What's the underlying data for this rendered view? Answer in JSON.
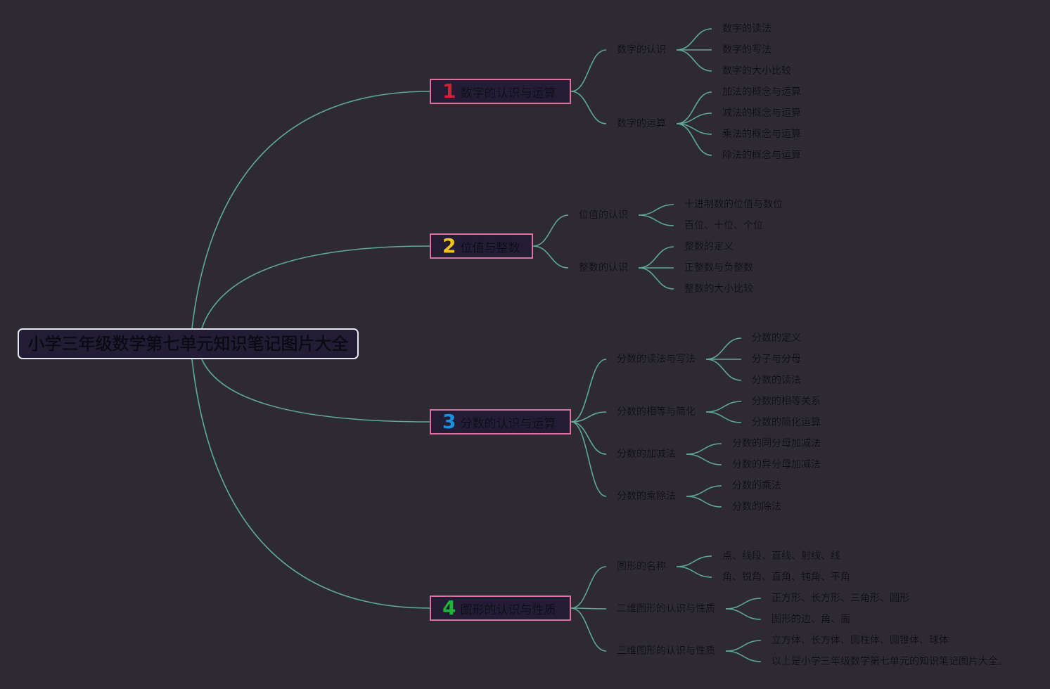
{
  "root": {
    "label": "小学三年级数学第七单元知识笔记图片大全"
  },
  "colors": {
    "line": "#5fa89a",
    "branch_border": "#e0709e",
    "background": "#2d2a33"
  },
  "branches": [
    {
      "num": "1",
      "num_color": "#d6203a",
      "label": "数字的认识与运算",
      "children": [
        {
          "label": "数字的认识",
          "leaves": [
            "数字的读法",
            "数字的写法",
            "数字的大小比较"
          ]
        },
        {
          "label": "数字的运算",
          "leaves": [
            "加法的概念与运算",
            "减法的概念与运算",
            "乘法的概念与运算",
            "除法的概念与运算"
          ]
        }
      ]
    },
    {
      "num": "2",
      "num_color": "#f2c318",
      "label": "位值与整数",
      "children": [
        {
          "label": "位值的认识",
          "leaves": [
            "十进制数的位值与数位",
            "百位、十位、个位"
          ]
        },
        {
          "label": "整数的认识",
          "leaves": [
            "整数的定义",
            "正整数与负整数",
            "整数的大小比较"
          ]
        }
      ]
    },
    {
      "num": "3",
      "num_color": "#1d8fe0",
      "label": "分数的认识与运算",
      "children": [
        {
          "label": "分数的读法与写法",
          "leaves": [
            "分数的定义",
            "分子与分母",
            "分数的读法"
          ]
        },
        {
          "label": "分数的相等与简化",
          "leaves": [
            "分数的相等关系",
            "分数的简化运算"
          ]
        },
        {
          "label": "分数的加减法",
          "leaves": [
            "分数的同分母加减法",
            "分数的异分母加减法"
          ]
        },
        {
          "label": "分数的乘除法",
          "leaves": [
            "分数的乘法",
            "分数的除法"
          ]
        }
      ]
    },
    {
      "num": "4",
      "num_color": "#22b43a",
      "label": "图形的认识与性质",
      "children": [
        {
          "label": "图形的名称",
          "leaves": [
            "点、线段、直线、射线、线",
            "角、锐角、直角、钝角、平角"
          ]
        },
        {
          "label": "二维图形的认识与性质",
          "leaves": [
            "正方形、长方形、三角形、圆形",
            "图形的边、角、面"
          ]
        },
        {
          "label": "三维图形的认识与性质",
          "leaves": [
            "立方体、长方体、圆柱体、圆锥体、球体",
            "以上是小学三年级数学第七单元的知识笔记图片大全。"
          ]
        }
      ]
    }
  ]
}
